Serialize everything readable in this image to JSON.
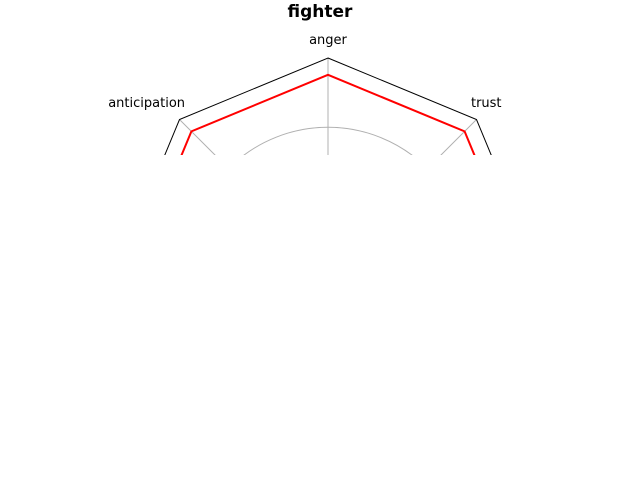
{
  "chart_data": {
    "type": "radar",
    "title": "fighter",
    "axes": [
      "anger",
      "trust",
      "anticipation"
    ],
    "visible_axes_note_free": true,
    "series": [
      {
        "values": [
          0.92,
          0.92,
          0.92
        ]
      }
    ],
    "rlim": [
      0,
      1
    ],
    "grid": true,
    "colors": {
      "series": "#ff0000",
      "frame": "#000000",
      "grid": "#b0b0b0"
    }
  }
}
